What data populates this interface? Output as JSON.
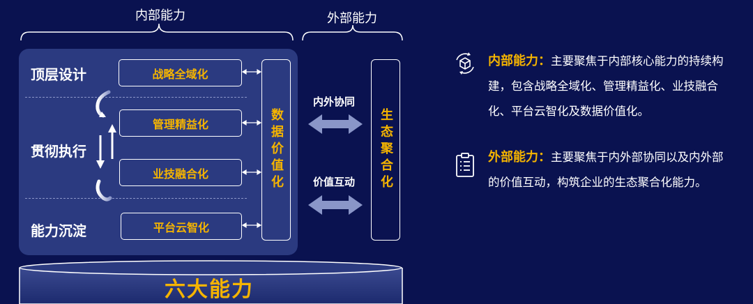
{
  "top": {
    "internal_label": "内部能力",
    "external_label": "外部能力"
  },
  "rows": {
    "top_design": "顶层设计",
    "execution": "贯彻执行",
    "sediment": "能力沉淀"
  },
  "capabilities": {
    "strategy": "战略全域化",
    "management": "管理精益化",
    "integration": "业技融合化",
    "platform": "平台云智化"
  },
  "vertical": {
    "data": "数据价值化",
    "ecosystem": "生态聚合化"
  },
  "middle": {
    "collab": "内外协同",
    "interact": "价值互动"
  },
  "base": {
    "label": "六大能力"
  },
  "descriptions": {
    "internal": {
      "title": "内部能力",
      "colon": "：",
      "text": "主要聚焦于内部核心能力的持续构建，包含战略全域化、管理精益化、业技融合化、平台云智化及数据价值化。"
    },
    "external": {
      "title": "外部能力",
      "colon": "：",
      "text": "主要聚焦于内外部协同以及内外部的价值互动，构筑企业的生态聚合化能力。"
    }
  },
  "icons": {
    "internal": "cube-cycle-icon",
    "external": "clipboard-list-icon"
  },
  "colors": {
    "background": "#0a1250",
    "panel": "#2b3a80",
    "accent": "#f5b400",
    "arrow": "#8a96c8"
  }
}
